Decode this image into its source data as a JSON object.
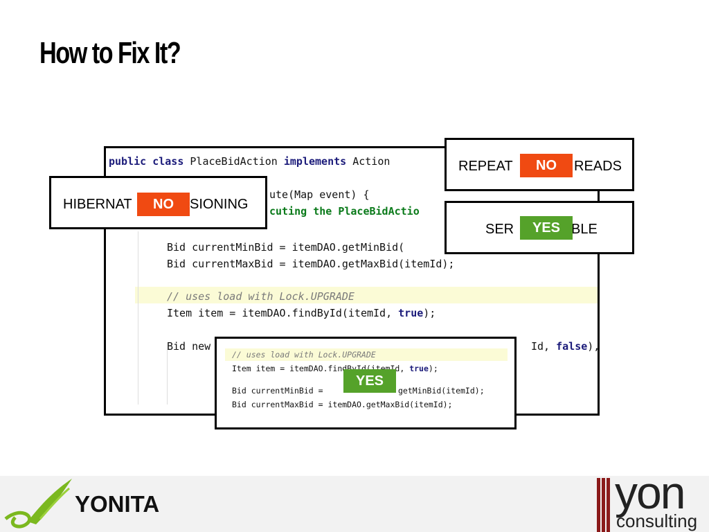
{
  "slide": {
    "title": "How to Fix It?"
  },
  "code": {
    "line1_kw1": "public",
    "line1_kw2": "class",
    "line1_name": " PlaceBidAction ",
    "line1_kw3": "implements",
    "line1_rest": " Action",
    "line2": "ute(Map event) {",
    "line3": "cuting the PlaceBidActio",
    "line4": "Bid currentMinBid = itemDAO.getMinBid(",
    "line5": "Bid currentMaxBid = itemDAO.getMaxBid(itemId);",
    "line6": "// uses load with Lock.UPGRADE",
    "line7a": "Item item = itemDAO.findById(itemId, ",
    "line7b": "true",
    "line7c": ");",
    "line8a": "Bid new",
    "line8b": "Id, ",
    "line8c": "false",
    "line8d": "),"
  },
  "boxes": {
    "hibernate": {
      "label": "HIBERNATE VERSIONING",
      "left": "HIBERNAT",
      "right": "SIONING",
      "badge": "NO"
    },
    "repeatable": {
      "label": "REPEATABLE READS",
      "left": "REPEAT",
      "right": "READS",
      "badge": "NO"
    },
    "serializable": {
      "label": "SERIALIZABLE",
      "left": "SER",
      "right": "BLE",
      "badge": "YES"
    }
  },
  "snippet": {
    "line1": "// uses load with Lock.UPGRADE",
    "line2a": "Item item = itemDAO",
    "line2b": ".findById(itemId, ",
    "line2c": "true",
    "line2d": ");",
    "line3a": "Bid currentMinBid = ",
    "line3b": "getMinBid(itemId);",
    "line4": "Bid currentMaxBid = itemDAO.getMaxBid(itemId);",
    "badge": "YES"
  },
  "footer": {
    "left_logo_text": "YONITA",
    "right_logo_word": "yon",
    "right_logo_sub": "consulting"
  },
  "colors": {
    "no": "#f04a12",
    "yes": "#55a22a",
    "keyword": "#1b1b7a",
    "comment": "#7a7a7a",
    "string_green": "#0a7a1a",
    "highlight": "#fbfbd6",
    "yon_red": "#8b1a1a",
    "yonita_green": "#7bb81f"
  }
}
